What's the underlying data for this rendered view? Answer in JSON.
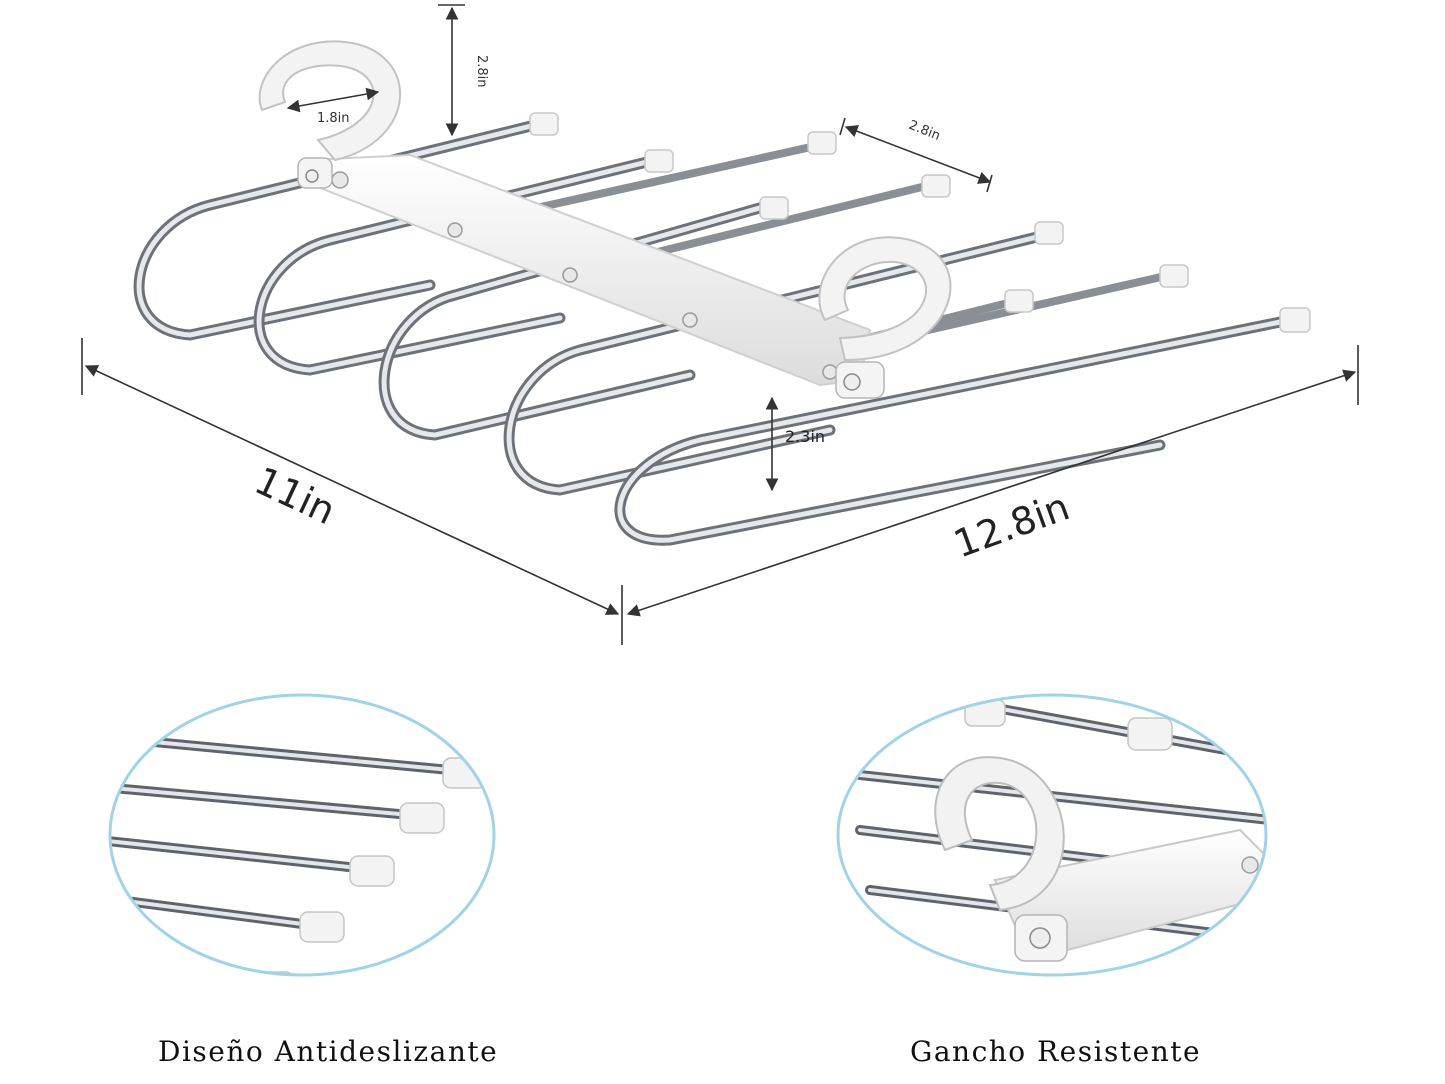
{
  "dimensions": {
    "hook_inner": "1.8in",
    "hook_height": "2.8in",
    "rod_spacing_top": "2.8in",
    "rod_drop": "2.3in",
    "depth": "11in",
    "width": "12.8in"
  },
  "captions": {
    "left": "Diseño Antideslizante",
    "right": "Gancho Resistente"
  },
  "colors": {
    "steel": "#b8bcc2",
    "plastic": "#f2f2f2",
    "circle_border": "#9fd3ea",
    "dimension_line": "#333333"
  }
}
